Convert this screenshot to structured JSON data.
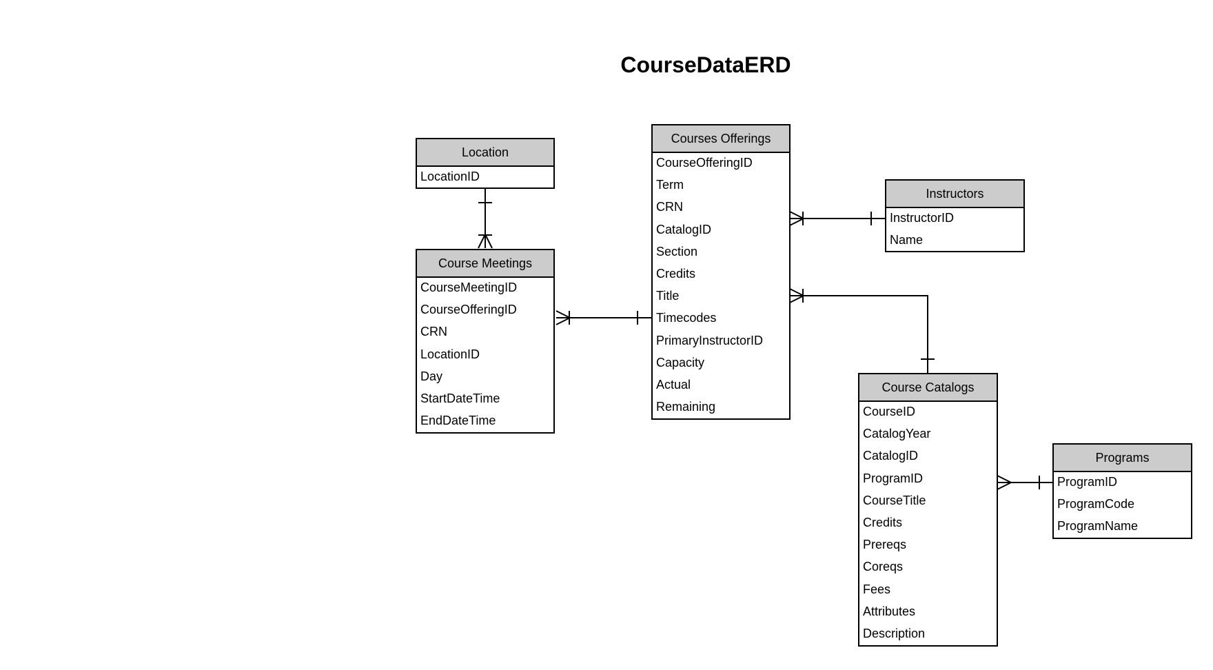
{
  "title": "CourseDataERD",
  "entities": {
    "location": {
      "name": "Location",
      "fields": [
        "LocationID"
      ]
    },
    "course_meetings": {
      "name": "Course Meetings",
      "fields": [
        "CourseMeetingID",
        "CourseOfferingID",
        "CRN",
        "LocationID",
        "Day",
        "StartDateTime",
        "EndDateTime"
      ]
    },
    "courses_offerings": {
      "name": "Courses Offerings",
      "fields": [
        "CourseOfferingID",
        "Term",
        "CRN",
        "CatalogID",
        "Section",
        "Credits",
        "Title",
        "Timecodes",
        "PrimaryInstructorID",
        "Capacity",
        "Actual",
        "Remaining"
      ]
    },
    "instructors": {
      "name": "Instructors",
      "fields": [
        "InstructorID",
        "Name"
      ]
    },
    "course_catalogs": {
      "name": "Course Catalogs",
      "fields": [
        "CourseID",
        "CatalogYear",
        "CatalogID",
        "ProgramID",
        "CourseTitle",
        "Credits",
        "Prereqs",
        "Coreqs",
        "Fees",
        "Attributes",
        "Description"
      ]
    },
    "programs": {
      "name": "Programs",
      "fields": [
        "ProgramID",
        "ProgramCode",
        "ProgramName"
      ]
    }
  },
  "relationships": [
    {
      "from": "Location",
      "to": "Course Meetings",
      "from_cardinality": "one",
      "to_cardinality": "one-or-many"
    },
    {
      "from": "Courses Offerings",
      "to": "Course Meetings",
      "from_cardinality": "one",
      "to_cardinality": "one-or-many"
    },
    {
      "from": "Instructors",
      "to": "Courses Offerings",
      "from_cardinality": "one",
      "to_cardinality": "one-or-many"
    },
    {
      "from": "Course Catalogs",
      "to": "Courses Offerings",
      "from_cardinality": "one",
      "to_cardinality": "one-or-many"
    },
    {
      "from": "Programs",
      "to": "Course Catalogs",
      "from_cardinality": "one",
      "to_cardinality": "many"
    }
  ],
  "colors": {
    "header_fill": "#cccccc",
    "border": "#000000",
    "background": "#ffffff"
  }
}
